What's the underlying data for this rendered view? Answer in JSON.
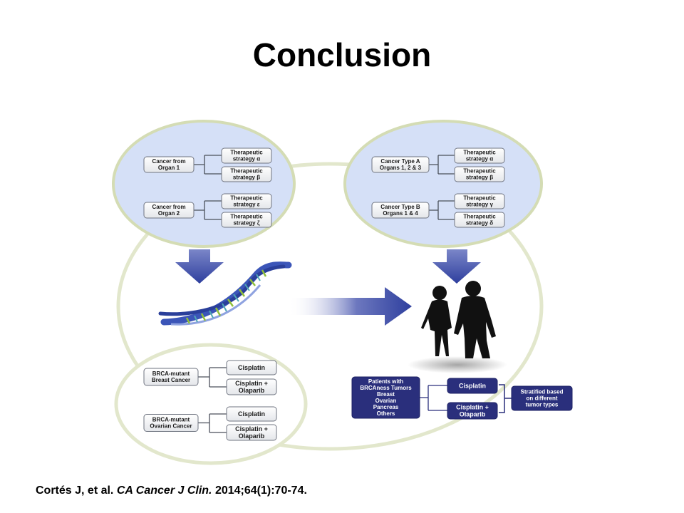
{
  "slide": {
    "title": "Conclusion",
    "citation": {
      "authors": "Cortés J, et al. ",
      "journal": "CA Cancer J Clin.",
      "details": " 2014;64(1):70-74."
    }
  },
  "diagram": {
    "top_left": {
      "groups": [
        {
          "source": [
            "Cancer from",
            "Organ 1"
          ],
          "strategies": [
            [
              "Therapeutic",
              "strategy α"
            ],
            [
              "Therapeutic",
              "strategy β"
            ]
          ]
        },
        {
          "source": [
            "Cancer from",
            "Organ 2"
          ],
          "strategies": [
            [
              "Therapeutic",
              "strategy ε"
            ],
            [
              "Therapeutic",
              "strategy ζ"
            ]
          ]
        }
      ]
    },
    "top_right": {
      "groups": [
        {
          "source": [
            "Cancer Type A",
            "Organs 1, 2 & 3"
          ],
          "strategies": [
            [
              "Therapeutic",
              "strategy α"
            ],
            [
              "Therapeutic",
              "strategy β"
            ]
          ]
        },
        {
          "source": [
            "Cancer Type B",
            "Organs 1 & 4"
          ],
          "strategies": [
            [
              "Therapeutic",
              "strategy γ"
            ],
            [
              "Therapeutic",
              "strategy δ"
            ]
          ]
        }
      ]
    },
    "bottom_left": {
      "groups": [
        {
          "source": [
            "BRCA-mutant",
            "Breast Cancer"
          ],
          "treatments": [
            [
              "Cisplatin"
            ],
            [
              "Cisplatin +",
              "Olaparib"
            ]
          ]
        },
        {
          "source": [
            "BRCA-mutant",
            "Ovarian Cancer"
          ],
          "treatments": [
            [
              "Cisplatin"
            ],
            [
              "Cisplatin +",
              "Olaparib"
            ]
          ]
        }
      ]
    },
    "bottom_right": {
      "source": [
        "Patients with",
        "BRCAness Tumors",
        "Breast",
        "Ovarian",
        "Pancreas",
        "Others"
      ],
      "treatments": [
        [
          "Cisplatin"
        ],
        [
          "Cisplatin +",
          "Olaparib"
        ]
      ],
      "note": [
        "Stratified based",
        "on different",
        "tumor types"
      ]
    },
    "colors": {
      "circle_fill": "#d5e0f7",
      "circle_border": "#d4dcb4",
      "ring": "#e2e7cc",
      "arrow": "#3a4aa6",
      "navy_box": "#2a2f7c"
    }
  }
}
